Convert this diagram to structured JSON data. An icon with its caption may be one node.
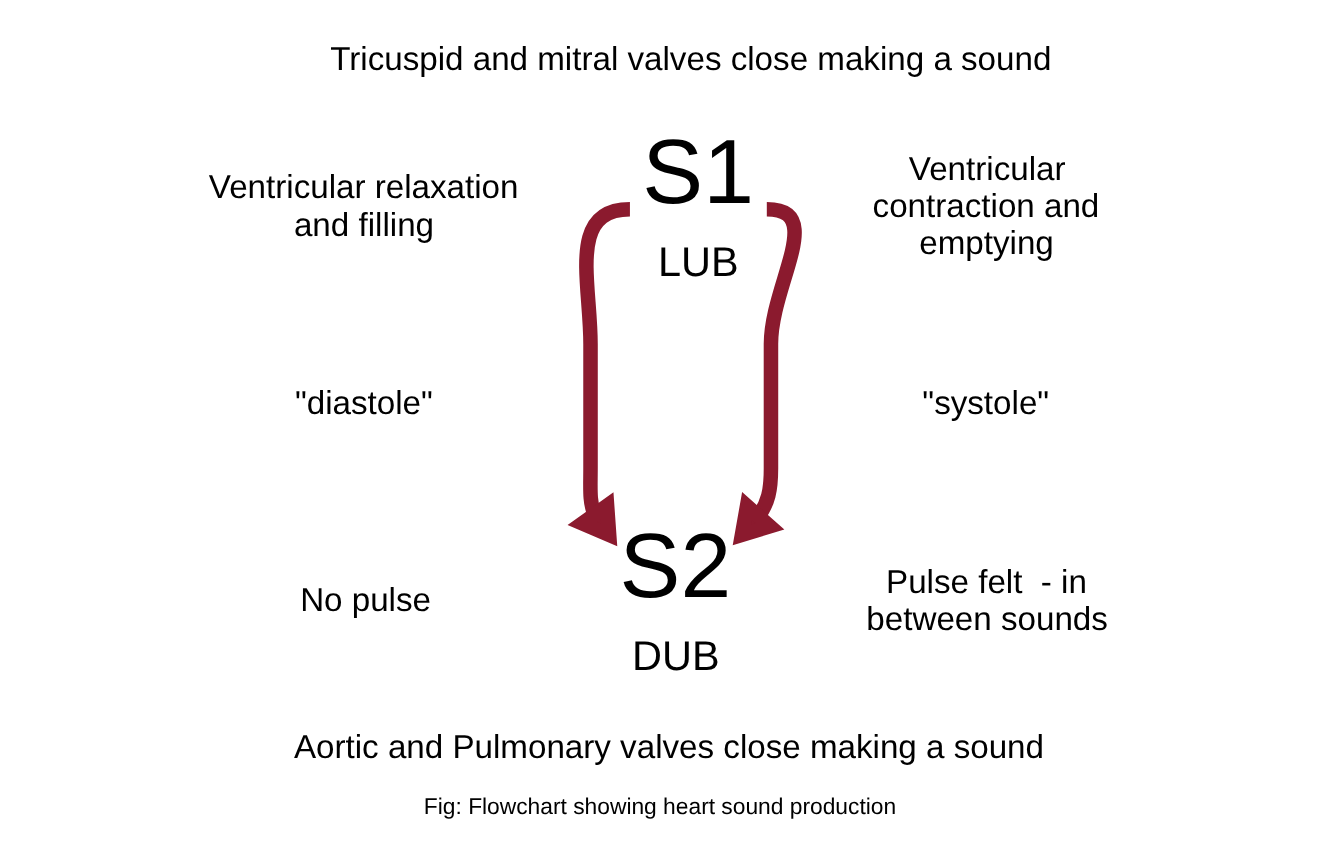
{
  "diagram": {
    "caption": "Fig: Flowchart showing heart sound production",
    "nodes": [
      {
        "text": [
          "S1",
          "LUB"
        ],
        "beside": [
          "Tricuspid and mitral valves close making a sound"
        ]
      },
      {
        "text": [
          "S2",
          "DUB"
        ],
        "beside": [
          "Aortic and Pulmonary valves close making a sound"
        ]
      }
    ],
    "edges": [
      {
        "from": 0,
        "to": 1,
        "arrow": "to",
        "color": "#8b1a2e"
      },
      {
        "from": 0,
        "to": 1,
        "arrow": "to",
        "color": "#8b1a2e"
      }
    ],
    "labels": [
      "Ventricular relaxation and filling",
      "\"diastole\"",
      "No pulse",
      "Ventricular contraction and emptying",
      "\"systole\"",
      "Pulse felt  - in between sounds"
    ]
  }
}
